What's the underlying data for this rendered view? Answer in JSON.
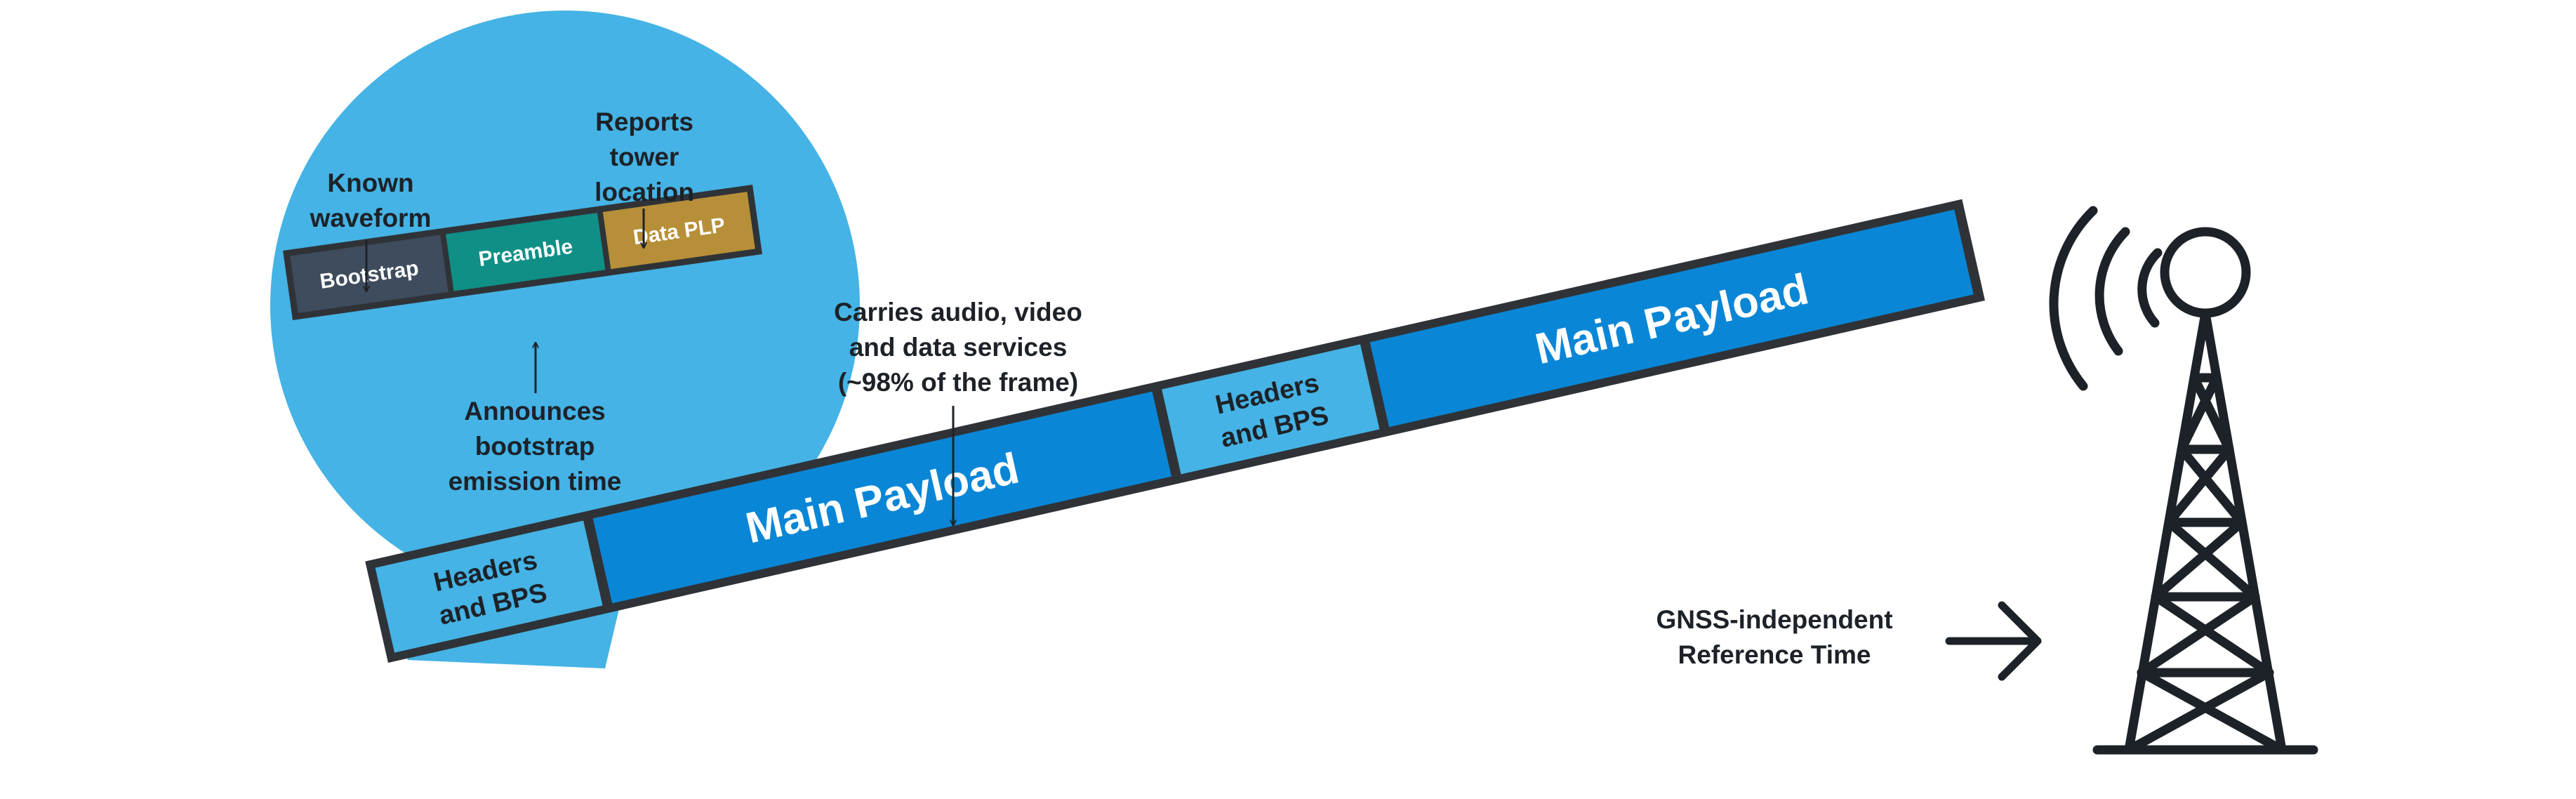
{
  "colors": {
    "bubble": "#45b3e5",
    "frame_border": "#2f3337",
    "main_payload": "#0a86d6",
    "headers": "#45b3e5",
    "bootstrap": "#3e4c5d",
    "preamble": "#0f8f86",
    "data_plp": "#b78f38",
    "text_dark": "#1d2228",
    "text_light": "#ffffff"
  },
  "icons": {
    "tower": "broadcast-tower-icon",
    "arrow": "arrow-right-icon"
  },
  "frame": {
    "segments": [
      {
        "label_lines": [
          "Headers",
          "and BPS"
        ]
      },
      {
        "label_lines": [
          "Main Payload"
        ]
      },
      {
        "label_lines": [
          "Headers",
          "and BPS"
        ]
      },
      {
        "label_lines": [
          "Main Payload"
        ]
      }
    ]
  },
  "bootstrap_frame": {
    "segments": [
      {
        "label": "Bootstrap"
      },
      {
        "label": "Preamble"
      },
      {
        "label": "Data PLP"
      }
    ]
  },
  "annotations": {
    "known_waveform": [
      "Known",
      "waveform"
    ],
    "reports_tower_location": [
      "Reports",
      "tower",
      "location"
    ],
    "announces_bootstrap": [
      "Announces",
      "bootstrap",
      "emission time"
    ],
    "carries_services": [
      "Carries audio, video",
      "and data services",
      "(~98% of the frame)"
    ],
    "gnss_reference": [
      "GNSS-independent",
      "Reference Time"
    ]
  }
}
